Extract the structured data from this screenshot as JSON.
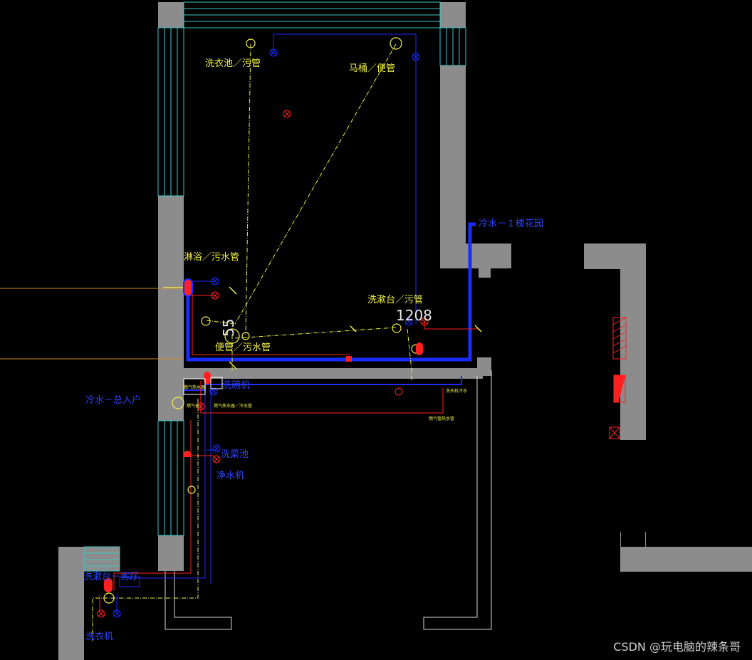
{
  "labels": {
    "laundry_sink": "洗衣池／污管",
    "toilet": "马桶／便管",
    "shower": "淋浴／污水管",
    "basin": "洗漱台／污管",
    "dim_1208": "1208",
    "dim_55": "55",
    "soil_pipe": "便管／污水管",
    "cold_water_garden": "冷水－１楼花园",
    "cold_water_inlet": "冷水－总入户",
    "gas_heater": "燃气热水器",
    "gas_meter": "燃气表",
    "kitchen_note": "燃气热水器／冷水管",
    "dishwasher": "洗碗机",
    "kitchen_sink": "洗菜池",
    "water_purifier": "净水机",
    "small_note_1": "洗衣机冷水",
    "small_note_2": "燃气管热水管",
    "basin_living": "洗漱台－客厅",
    "washing_machine": "洗衣机"
  },
  "watermark": "CSDN @玩电脑的辣条哥",
  "colors": {
    "wall": "#8c8c8c",
    "cyan": "#3cc6c6",
    "blue": "#1a2cff",
    "red": "#ff2020",
    "yellow": "#f2f24a",
    "white": "#ffffff"
  }
}
